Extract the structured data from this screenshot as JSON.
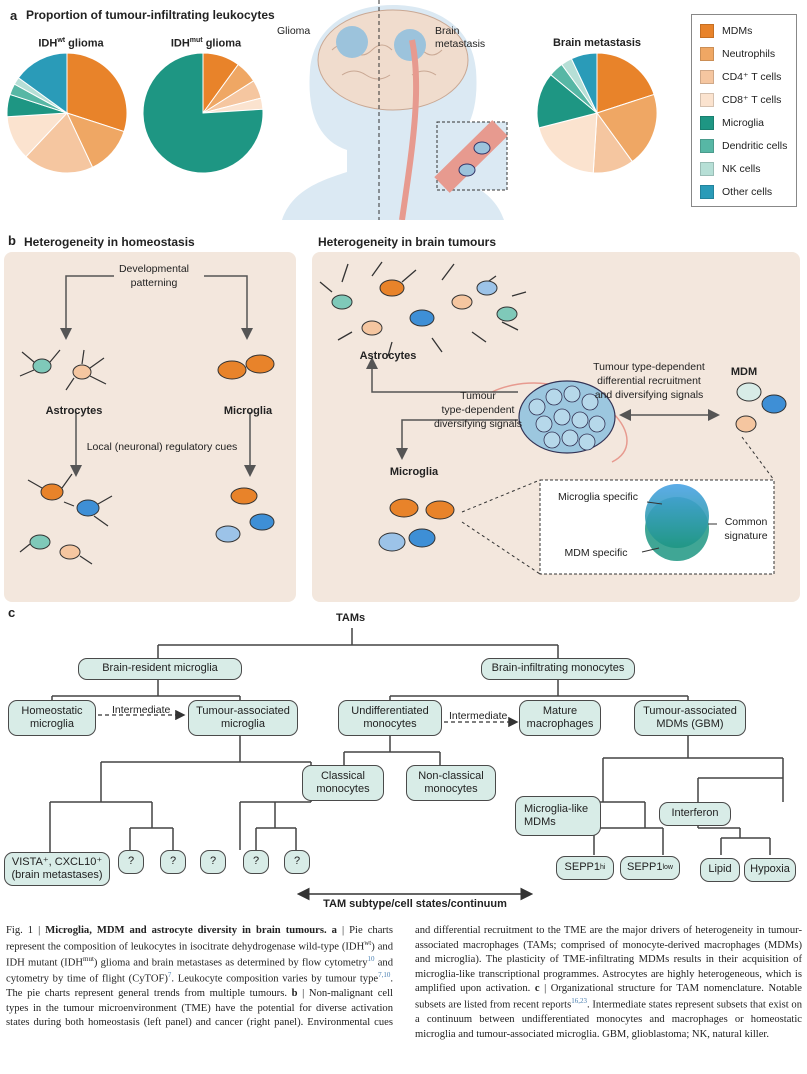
{
  "colors": {
    "mdms": "#e8832a",
    "neutrophils": "#efa764",
    "cd4": "#f5c6a0",
    "cd8": "#fbe3cf",
    "microglia": "#1e9683",
    "dendritic": "#57b7a5",
    "nk": "#b6dfd6",
    "other": "#2a9bb8",
    "pane": "#f3e7dd",
    "node": "#d8ece7"
  },
  "panel_a": {
    "letter": "a",
    "title": "Proportion of tumour-infiltrating leukocytes",
    "pies": [
      {
        "title_main": "IDH",
        "title_sup": "wt",
        "title_rest": " glioma",
        "values": [
          0.3,
          0.13,
          0.19,
          0.12,
          0.06,
          0.03,
          0.02,
          0.15
        ]
      },
      {
        "title_main": "IDH",
        "title_sup": "mut",
        "title_rest": " glioma",
        "values": [
          0.1,
          0.06,
          0.05,
          0.03,
          0.76,
          0.0,
          0.0,
          0.0
        ]
      },
      {
        "title_main": "Brain metastasis",
        "title_sup": "",
        "title_rest": "",
        "values": [
          0.2,
          0.2,
          0.11,
          0.2,
          0.15,
          0.04,
          0.03,
          0.07
        ]
      }
    ],
    "legend": [
      {
        "label": "MDMs",
        "key": "mdms"
      },
      {
        "label": "Neutrophils",
        "key": "neutrophils"
      },
      {
        "label": "CD4⁺ T cells",
        "key": "cd4"
      },
      {
        "label": "CD8⁺ T cells",
        "key": "cd8"
      },
      {
        "label": "Microglia",
        "key": "microglia"
      },
      {
        "label": "Dendritic cells",
        "key": "dendritic"
      },
      {
        "label": "NK cells",
        "key": "nk"
      },
      {
        "label": "Other cells",
        "key": "other"
      }
    ],
    "brain_labels": {
      "glioma": "Glioma",
      "metastasis_1": "Brain",
      "metastasis_2": "metastasis"
    }
  },
  "panel_b": {
    "letter": "b",
    "left_title": "Heterogeneity in homeostasis",
    "right_title": "Heterogeneity in brain tumours",
    "dev_1": "Developmental",
    "dev_2": "patterning",
    "astrocytes": "Astrocytes",
    "microglia": "Microglia",
    "local_cues": "Local (neuronal) regulatory cues",
    "astrocytes_right": "Astrocytes",
    "microglia_right": "Microglia",
    "mdm": "MDM",
    "recruit_1": "Tumour type-dependent",
    "recruit_2": "differential recruitment",
    "recruit_3": "and diversifying signals",
    "diverse_1": "Tumour",
    "diverse_2": "type-dependent",
    "diverse_3": "diversifying signals",
    "microglia_specific": "Microglia specific",
    "mdm_specific": "MDM specific",
    "common_1": "Common",
    "common_2": "signature"
  },
  "panel_c": {
    "letter": "c",
    "root": "TAMs",
    "brain_resident": "Brain-resident microglia",
    "brain_infiltrating": "Brain-infiltrating monocytes",
    "homeostatic_1": "Homeostatic",
    "homeostatic_2": "microglia",
    "intermediate": "Intermediate",
    "tumour_assoc_mg_1": "Tumour-associated",
    "tumour_assoc_mg_2": "microglia",
    "undiff_1": "Undifferentiated",
    "undiff_2": "monocytes",
    "intermediate2": "Intermediate",
    "mature_1": "Mature",
    "mature_2": "macrophages",
    "tam_mdm_1": "Tumour-associated",
    "tam_mdm_2": "MDMs (GBM)",
    "classical_1": "Classical",
    "classical_2": "monocytes",
    "nonclassical_1": "Non-classical",
    "nonclassical_2": "monocytes",
    "mg_like_1": "Microglia-like",
    "mg_like_2": "MDMs",
    "interferon": "Interferon",
    "vista_1": "VISTA⁺, CXCL10⁺",
    "vista_2": "(brain metastases)",
    "q": "?",
    "sepp1hi": "SEPP1",
    "sepp1hi_sup": "hi",
    "sepp1low": "SEPP1",
    "sepp1low_sup": "low",
    "lipid": "Lipid",
    "hypoxia": "Hypoxia",
    "continuum": "TAM subtype/cell states/continuum"
  },
  "caption": {
    "fig": "Fig. 1 | ",
    "bold_title": "Microglia, MDM and astrocyte diversity in brain tumours.",
    "a_label": " a",
    "p1": " | Pie charts represent the composition of leukocytes in isocitrate dehydrogenase wild-type (IDH",
    "wt": "wt",
    "p2": ") and IDH mutant (IDH",
    "mut": "mut",
    "p3": ") glioma and brain metastases as determined by flow cytometry",
    "ref1": "10",
    "p4": " and cytometry by time of flight (CyTOF)",
    "ref2": "7",
    "p5": ". Leukocyte composition varies by tumour type",
    "ref3": "7,10",
    "p6": ". The pie charts represent general trends from multiple tumours. ",
    "b_label": "b",
    "p7": " | Non-malignant cell types in the tumour microenvironment (TME) have the potential for diverse activation states during both homeostasis (left panel) and cancer (right panel). Environmental cues and differential recruitment to the TME are the major drivers of heterogeneity in tumour-associated macrophages (TAMs; comprised of monocyte-derived macrophages (MDMs) and microglia). The plasticity of TME-infiltrating MDMs results in their acquisition of microglia-like transcriptional programmes. Astrocytes are highly heterogeneous, which is amplified upon activation. ",
    "c_label": "c",
    "p8": " | Organizational structure for TAM nomenclature. Notable subsets are listed from recent reports",
    "ref4": "16,23",
    "p9": ". Intermediate states represent subsets that exist on a continuum between undifferentiated monocytes and macrophages or homeostatic microglia and tumour-associated microglia. GBM, glioblastoma; NK, natural killer."
  }
}
